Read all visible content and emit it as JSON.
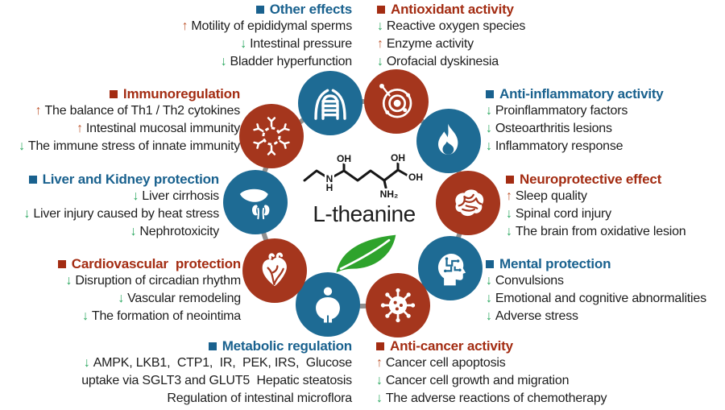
{
  "diagram_title": "L-theanine",
  "glyphs": {
    "up": "↑",
    "down": "↓"
  },
  "colors": {
    "circle_blue": "#1e6b94",
    "circle_red": "#a5361d",
    "heading_blue": "#19618e",
    "heading_red": "#a32c12",
    "arrow_up": "#c05a33",
    "arrow_down": "#2aa75f",
    "ring_gray": "#8f8f8f",
    "leaf_green": "#2ea32c",
    "text": "#1d1d1d"
  },
  "center": {
    "molecule_label": "L-theanine",
    "leaf_icon": "leaf-icon",
    "atoms": {
      "oh1": "OH",
      "oh2": "OH",
      "oh3": "OH",
      "n": "N",
      "h": "H",
      "nh2": "NH₂"
    }
  },
  "sections": [
    {
      "id": "other-effects",
      "title": "Other effects",
      "color": "blue",
      "icon": "torso-icon",
      "items": [
        {
          "dir": "up",
          "text": "Motility of epididymal sperms"
        },
        {
          "dir": "down",
          "text": "Intestinal pressure"
        },
        {
          "dir": "down",
          "text": "Bladder hyperfunction"
        }
      ]
    },
    {
      "id": "antioxidant-activity",
      "title": "Antioxidant activity",
      "color": "red",
      "icon": "atom-icon",
      "items": [
        {
          "dir": "down",
          "text": "Reactive oxygen species"
        },
        {
          "dir": "up",
          "text": "Enzyme activity"
        },
        {
          "dir": "down",
          "text": "Orofacial dyskinesia"
        }
      ]
    },
    {
      "id": "anti-inflammatory-activity",
      "title": "Anti-inflammatory activity",
      "color": "blue",
      "icon": "flame-icon",
      "items": [
        {
          "dir": "down",
          "text": "Proinflammatory factors"
        },
        {
          "dir": "down",
          "text": "Osteoarthritis lesions"
        },
        {
          "dir": "down",
          "text": "Inflammatory response"
        }
      ]
    },
    {
      "id": "neuroprotective-effect",
      "title": "Neuroprotective effect",
      "color": "red",
      "icon": "brain-icon",
      "items": [
        {
          "dir": "up",
          "text": "Sleep quality"
        },
        {
          "dir": "down",
          "text": "Spinal cord injury"
        },
        {
          "dir": "down",
          "text": "The brain from oxidative lesion"
        }
      ]
    },
    {
      "id": "mental-protection",
      "title": "Mental protection",
      "color": "blue",
      "icon": "head-circuit-icon",
      "items": [
        {
          "dir": "down",
          "text": "Convulsions"
        },
        {
          "dir": "down",
          "text": "Emotional and cognitive abnormalities"
        },
        {
          "dir": "down",
          "text": "Adverse stress"
        }
      ]
    },
    {
      "id": "anti-cancer-activity",
      "title": "Anti-cancer activity",
      "color": "red",
      "icon": "virus-icon",
      "items": [
        {
          "dir": "up",
          "text": "Cancer cell apoptosis"
        },
        {
          "dir": "down",
          "text": "Cancer cell growth and migration"
        },
        {
          "dir": "down",
          "text": "The adverse reactions of chemotherapy"
        }
      ]
    },
    {
      "id": "metabolic-regulation",
      "title": "Metabolic regulation",
      "color": "blue",
      "icon": "obese-body-icon",
      "items": [
        {
          "dir": "down",
          "text": "AMPK, LKB1,  CTP1,  IR,  PEK, IRS,  Glucose"
        },
        {
          "dir": "none",
          "text": "uptake via SGLT3 and GLUT5  Hepatic steatosis"
        },
        {
          "dir": "none",
          "text": "Regulation of intestinal microflora"
        }
      ]
    },
    {
      "id": "cardiovascular-protection",
      "title": "Cardiovascular  protection",
      "color": "red",
      "icon": "heart-organ-icon",
      "items": [
        {
          "dir": "down",
          "text": "Disruption of circadian rhythm"
        },
        {
          "dir": "down",
          "text": "Vascular remodeling"
        },
        {
          "dir": "down",
          "text": "The formation of neointima"
        }
      ]
    },
    {
      "id": "liver-kidney-protection",
      "title": "Liver and Kidney protection",
      "color": "blue",
      "icon": "liver-kidney-icon",
      "items": [
        {
          "dir": "down",
          "text": "Liver cirrhosis"
        },
        {
          "dir": "down",
          "text": "Liver injury caused by heat stress"
        },
        {
          "dir": "down",
          "text": "Nephrotoxicity"
        }
      ]
    },
    {
      "id": "immunoregulation",
      "title": "Immunoregulation",
      "color": "red",
      "icon": "antibody-icon",
      "items": [
        {
          "dir": "up",
          "text": "The balance of Th1 / Th2 cytokines"
        },
        {
          "dir": "up",
          "text": "Intestinal mucosal immunity"
        },
        {
          "dir": "down",
          "text": "The immune stress of innate immunity"
        }
      ]
    }
  ]
}
